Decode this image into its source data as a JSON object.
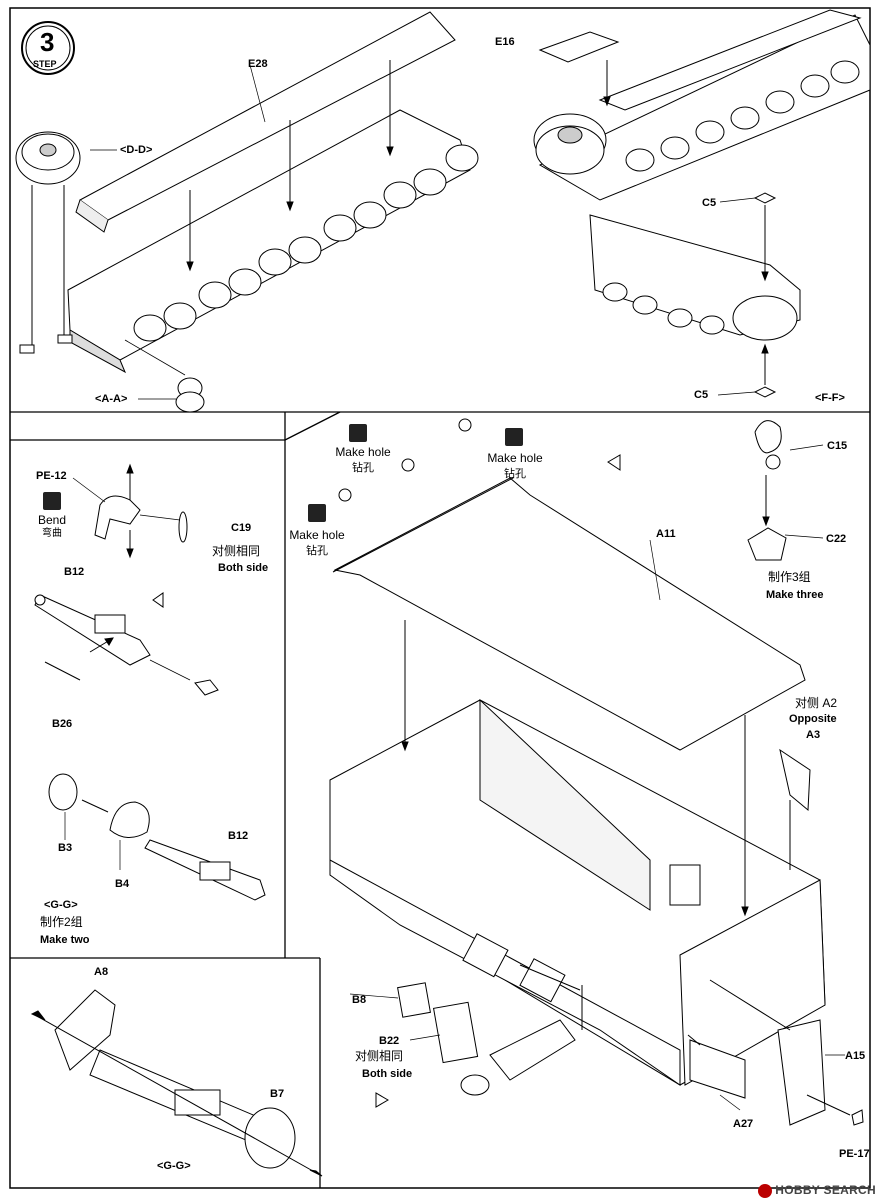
{
  "step": {
    "number": "3",
    "label": "STEP"
  },
  "parts": {
    "E28": "E28",
    "DD": "<D-D>",
    "AA": "<A-A>",
    "E16": "E16",
    "C5_top": "C5",
    "C5_bottom": "C5",
    "FF": "<F-F>",
    "PE12": "PE-12",
    "C19": "C19",
    "B12_a": "B12",
    "B26": "B26",
    "B3": "B3",
    "B4": "B4",
    "B12_b": "B12",
    "GG_a": "<G-G>",
    "A8": "A8",
    "B7": "B7",
    "GG_b": "<G-G>",
    "C15": "C15",
    "C22": "C22",
    "A11": "A11",
    "A2": "对侧 A2",
    "A3": "A3",
    "B8": "B8",
    "B22": "B22",
    "A15": "A15",
    "A27": "A27",
    "PE17": "PE-17"
  },
  "notes": {
    "bend_en": "Bend",
    "bend_cn": "弯曲",
    "c19_cn": "对侧相同",
    "c19_en": "Both side",
    "gg_cn": "制作2组",
    "gg_en": "Make two",
    "hole1_en": "Make hole",
    "hole1_cn": "钻孔",
    "hole2_en": "Make hole",
    "hole2_cn": "钻孔",
    "hole3_en": "Make hole",
    "hole3_cn": "钻孔",
    "three_cn": "制作3组",
    "three_en": "Make three",
    "opposite_en": "Opposite",
    "b22_cn": "对侧相同",
    "b22_en": "Both side"
  },
  "watermark": "HOBBY SEARCH"
}
